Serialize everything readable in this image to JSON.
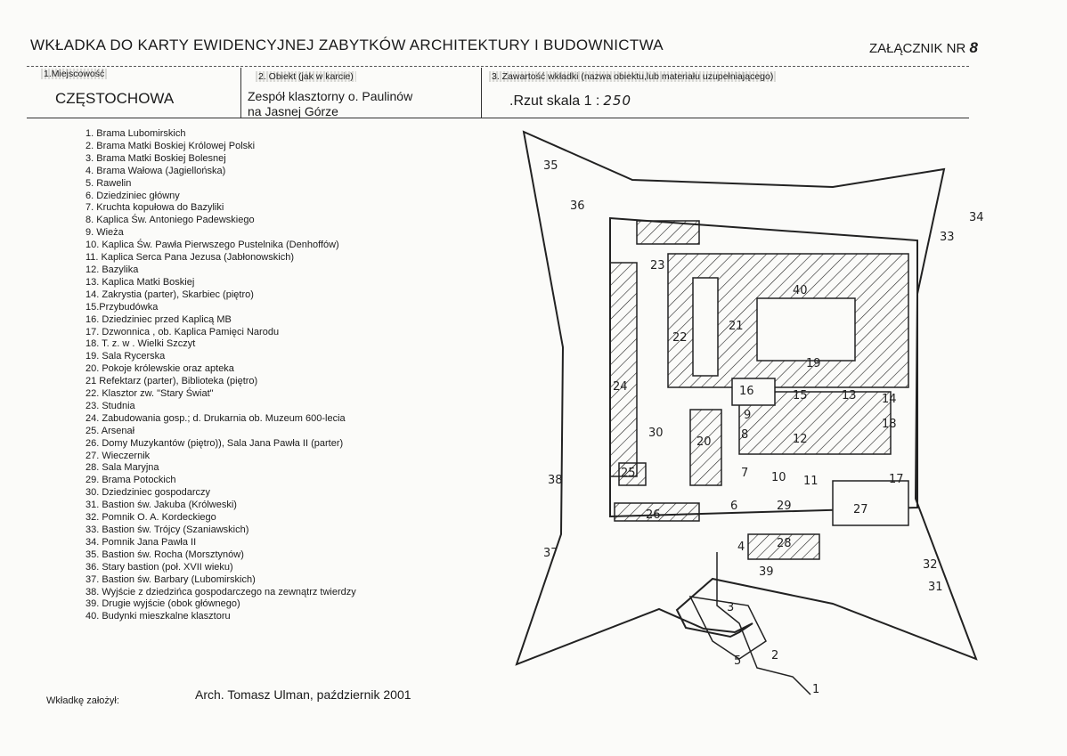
{
  "header": {
    "title": "WKŁADKA DO KARTY EWIDENCYJNEJ ZABYTKÓW ARCHITEKTURY I BUDOWNICTWA",
    "attachment_label": "ZAŁĄCZNIK NR",
    "attachment_number": "8"
  },
  "fields": {
    "locality_label": "1.Miejscowość",
    "locality_value": "CZĘSTOCHOWA",
    "object_label": "2. Obiekt (jak w karcie)",
    "object_line1": "Zespół klasztorny o. Paulinów",
    "object_line2": "na Jasnej Górze",
    "content_label": "3. Zawartość wkładki (nazwa obiektu,lub materiału uzupełniającego)",
    "scale_text": ".Rzut skala 1 :",
    "scale_value": "250"
  },
  "legend": [
    "1. Brama Lubomirskich",
    "2. Brama Matki Boskiej Królowej Polski",
    "3. Brama Matki Boskiej Bolesnej",
    "4. Brama Wałowa (Jagiellońska)",
    "5. Rawelin",
    "6. Dziedziniec główny",
    "7. Kruchta kopułowa do Bazyliki",
    "8. Kaplica Św. Antoniego Padewskiego",
    "9.  Wieża",
    "10. Kaplica Św. Pawła Pierwszego Pustelnika (Denhoffów)",
    "11. Kaplica Serca Pana Jezusa (Jabłonowskich)",
    "12. Bazylika",
    "13. Kaplica Matki Boskiej",
    "14. Zakrystia (parter), Skarbiec (piętro)",
    "15.Przybudówka",
    "16. Dziedziniec  przed Kaplicą MB",
    "17. Dzwonnica , ob. Kaplica Pamięci Narodu",
    "18. T. z. w . Wielki Szczyt",
    "19. Sala Rycerska",
    "20. Pokoje królewskie oraz apteka",
    "21 Refektarz (parter), Biblioteka (piętro)",
    "22. Klasztor zw. \"Stary Świat\"",
    "23. Studnia",
    "24. Zabudowania gosp.; d. Drukarnia ob. Muzeum 600-lecia",
    "25. Arsenał",
    "26. Domy Muzykantów (piętro)), Sala Jana Pawła II (parter)",
    "27. Wieczernik",
    "28. Sala Maryjna",
    "29. Brama Potockich",
    "30. Dziedziniec  gospodarczy",
    "31. Bastion św. Jakuba (Królweski)",
    "32. Pomnik O. A. Kordeckiego",
    "33. Bastion św. Trójcy (Szaniawskich)",
    "34. Pomnik Jana Pawła II",
    "35. Bastion św. Rocha (Morsztynów)",
    "36. Stary bastion  (poł. XVII wieku)",
    "37. Bastion św. Barbary (Lubomirskich)",
    "38. Wyjście z dziedzińca gospodarczego na zewnątrz twierdzy",
    "39. Drugie  wyjście  (obok głównego)",
    "40. Budynki mieszkalne  klasztoru"
  ],
  "footer": {
    "author": "Arch. Tomasz Ulman, październik 2001",
    "made_by": "Wkładkę założył:"
  },
  "plan_labels": [
    "35",
    "36",
    "34",
    "33",
    "23",
    "40",
    "22",
    "21",
    "19",
    "24",
    "16",
    "15",
    "13",
    "14",
    "18",
    "9",
    "30",
    "20",
    "8",
    "12",
    "25",
    "7",
    "10",
    "11",
    "17",
    "38",
    "6",
    "29",
    "27",
    "26",
    "4",
    "28",
    "37",
    "39",
    "32",
    "31",
    "3",
    "5",
    "2",
    "1"
  ]
}
